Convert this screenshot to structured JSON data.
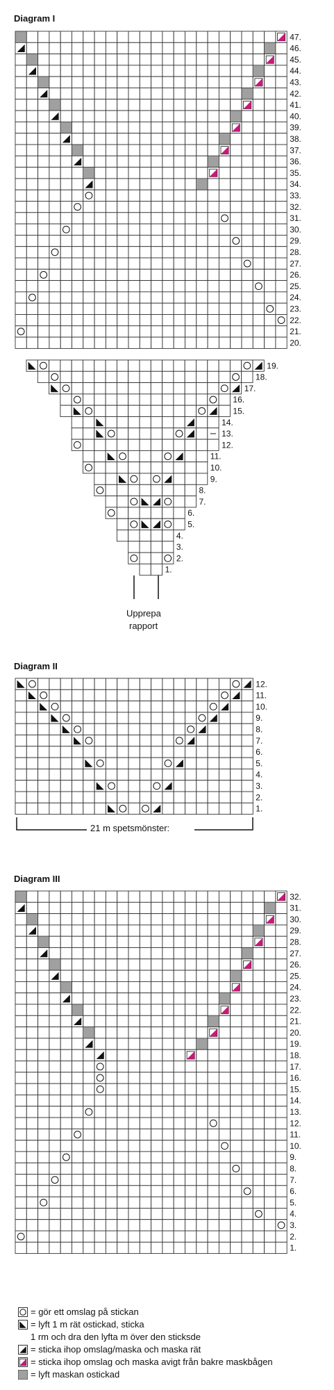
{
  "symbols": {
    "yo": "yarn-over",
    "skpo": "slip-knit-pass-over",
    "k2tog": "knit-2-together",
    "p2tog": "purl-2-together-tbl",
    "slip": "slip-stitch"
  },
  "colors": {
    "grid": "#333333",
    "slip": "#a0a0a0",
    "p2tog": "#c8197b",
    "black": "#111111"
  },
  "diagram1": {
    "title": "Diagram I",
    "partA": {
      "row_labels": [
        "47.",
        "46.",
        "45.",
        "44.",
        "43.",
        "42.",
        "41.",
        "40.",
        "39.",
        "38.",
        "37.",
        "36.",
        "35.",
        "34.",
        "33.",
        "32.",
        "31.",
        "30.",
        "29.",
        "28.",
        "27.",
        "26.",
        "25.",
        "24.",
        "23.",
        "22.",
        "21.",
        "20."
      ]
    },
    "partB": {
      "row_labels": [
        "19.",
        "18.",
        "17.",
        "16.",
        "15.",
        "14.",
        "13.",
        "12.",
        "11.",
        "10.",
        "9.",
        "8.",
        "7.",
        "6.",
        "5.",
        "4.",
        "3.",
        "2.",
        "1."
      ],
      "repeat_label_1": "Upprepa",
      "repeat_label_2": "rapport"
    }
  },
  "diagram2": {
    "title": "Diagram II",
    "row_labels": [
      "12.",
      "11.",
      "10.",
      "9.",
      "8.",
      "7.",
      "6.",
      "5.",
      "4.",
      "3.",
      "2.",
      "1."
    ],
    "span_label": "21 m spetsmönster:"
  },
  "diagram3": {
    "title": "Diagram III",
    "row_labels": [
      "32.",
      "31.",
      "30.",
      "29.",
      "28.",
      "27.",
      "26.",
      "25.",
      "24.",
      "23.",
      "22.",
      "21.",
      "20.",
      "19.",
      "18.",
      "17.",
      "16.",
      "15.",
      "14.",
      "13.",
      "12.",
      "11.",
      "10.",
      "9.",
      "8.",
      "7.",
      "6.",
      "5.",
      "4.",
      "3.",
      "2.",
      "1."
    ]
  },
  "legend": [
    {
      "symbol": "yo",
      "text": "= gör ett omslag på stickan"
    },
    {
      "symbol": "skpo",
      "text": "= lyft 1 m rät ostickad, sticka"
    },
    {
      "symbol": "",
      "text": "1 rm och dra den lyfta m över den sticksde"
    },
    {
      "symbol": "k2tog",
      "text": "= sticka ihop omslag/maska och maska rät"
    },
    {
      "symbol": "p2tog",
      "text": "= sticka ihop omslag och maska avigt från bakre maskbågen"
    },
    {
      "symbol": "slip",
      "text": "= lyft maskan ostickad"
    }
  ]
}
